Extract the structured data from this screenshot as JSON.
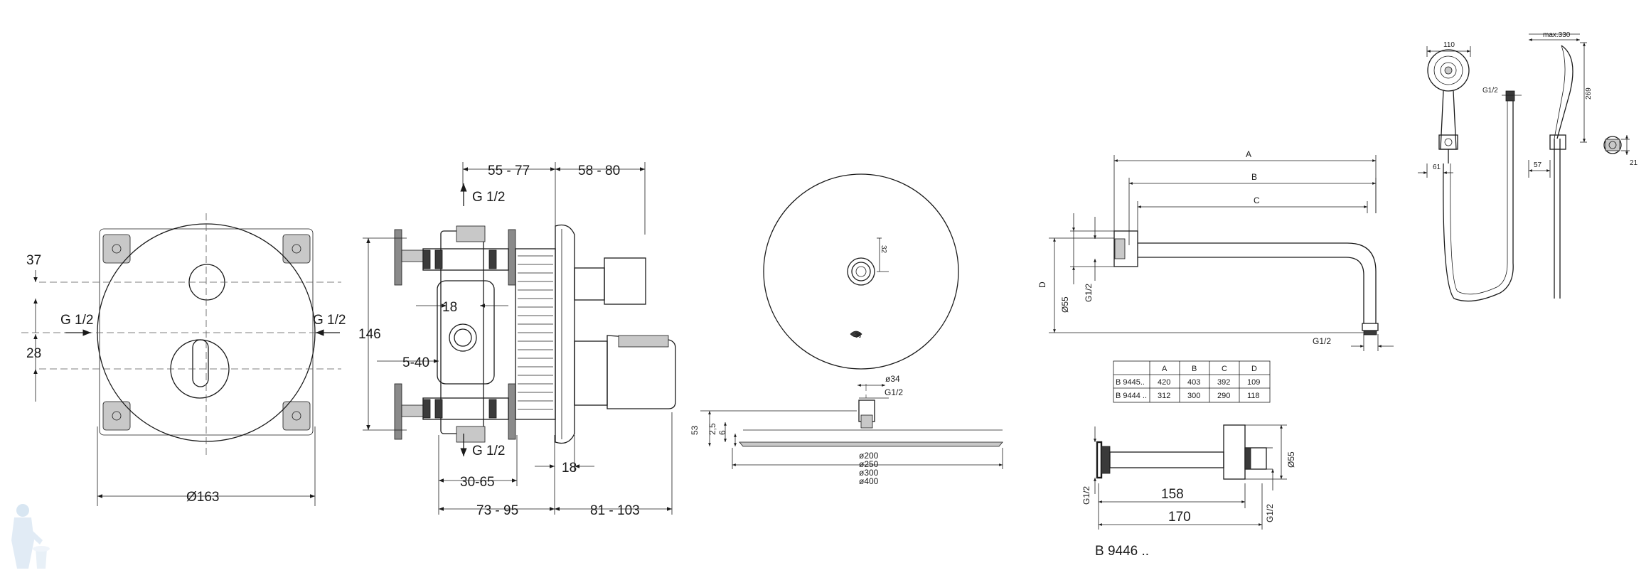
{
  "panel1": {
    "dim_37": "37",
    "dim_28": "28",
    "g_left": "G 1/2",
    "g_right": "G 1/2",
    "dia_163": "Ø163"
  },
  "panel2": {
    "dim_55_77": "55 - 77",
    "dim_58_80": "58 - 80",
    "g_top": "G 1/2",
    "g_bottom": "G 1/2",
    "dim_18a": "18",
    "dim_146": "146",
    "dim_5_40": "5-40",
    "dim_18b": "18",
    "dim_30_65": "30-65",
    "dim_73_95": "73 - 95",
    "dim_81_103": "81 - 103"
  },
  "panel3": {
    "dim_32": "32",
    "dia_34": "ø34",
    "g12": "G1/2",
    "dim_53": "53",
    "dim_2_5": "2,5",
    "dim_6": "6",
    "dia_200": "ø200",
    "dia_250": "ø250",
    "dia_300": "ø300",
    "dia_400": "ø400"
  },
  "panel4": {
    "label_a": "A",
    "label_b": "B",
    "label_c": "C",
    "label_d": "D",
    "dia_55": "Ø55",
    "g12_left": "G1/2",
    "g12_bottom": "G1/2",
    "table": {
      "headers": [
        "",
        "A",
        "B",
        "C",
        "D"
      ],
      "rows": [
        [
          "B 9445..",
          "420",
          "403",
          "392",
          "109"
        ],
        [
          "B 9444 ..",
          "312",
          "300",
          "290",
          "118"
        ]
      ]
    }
  },
  "panel5": {
    "dim_158": "158",
    "dim_170": "170",
    "dia_55": "Ø55",
    "g12_left": "G1/2",
    "g12_right": "G1/2",
    "model": "B 9446 .."
  },
  "panel6": {
    "dim_110": "110",
    "dim_max330": "max.330",
    "g12": "G1/2",
    "dim_269": "269",
    "dim_61": "61",
    "dim_57": "57",
    "dim_21": "21"
  }
}
